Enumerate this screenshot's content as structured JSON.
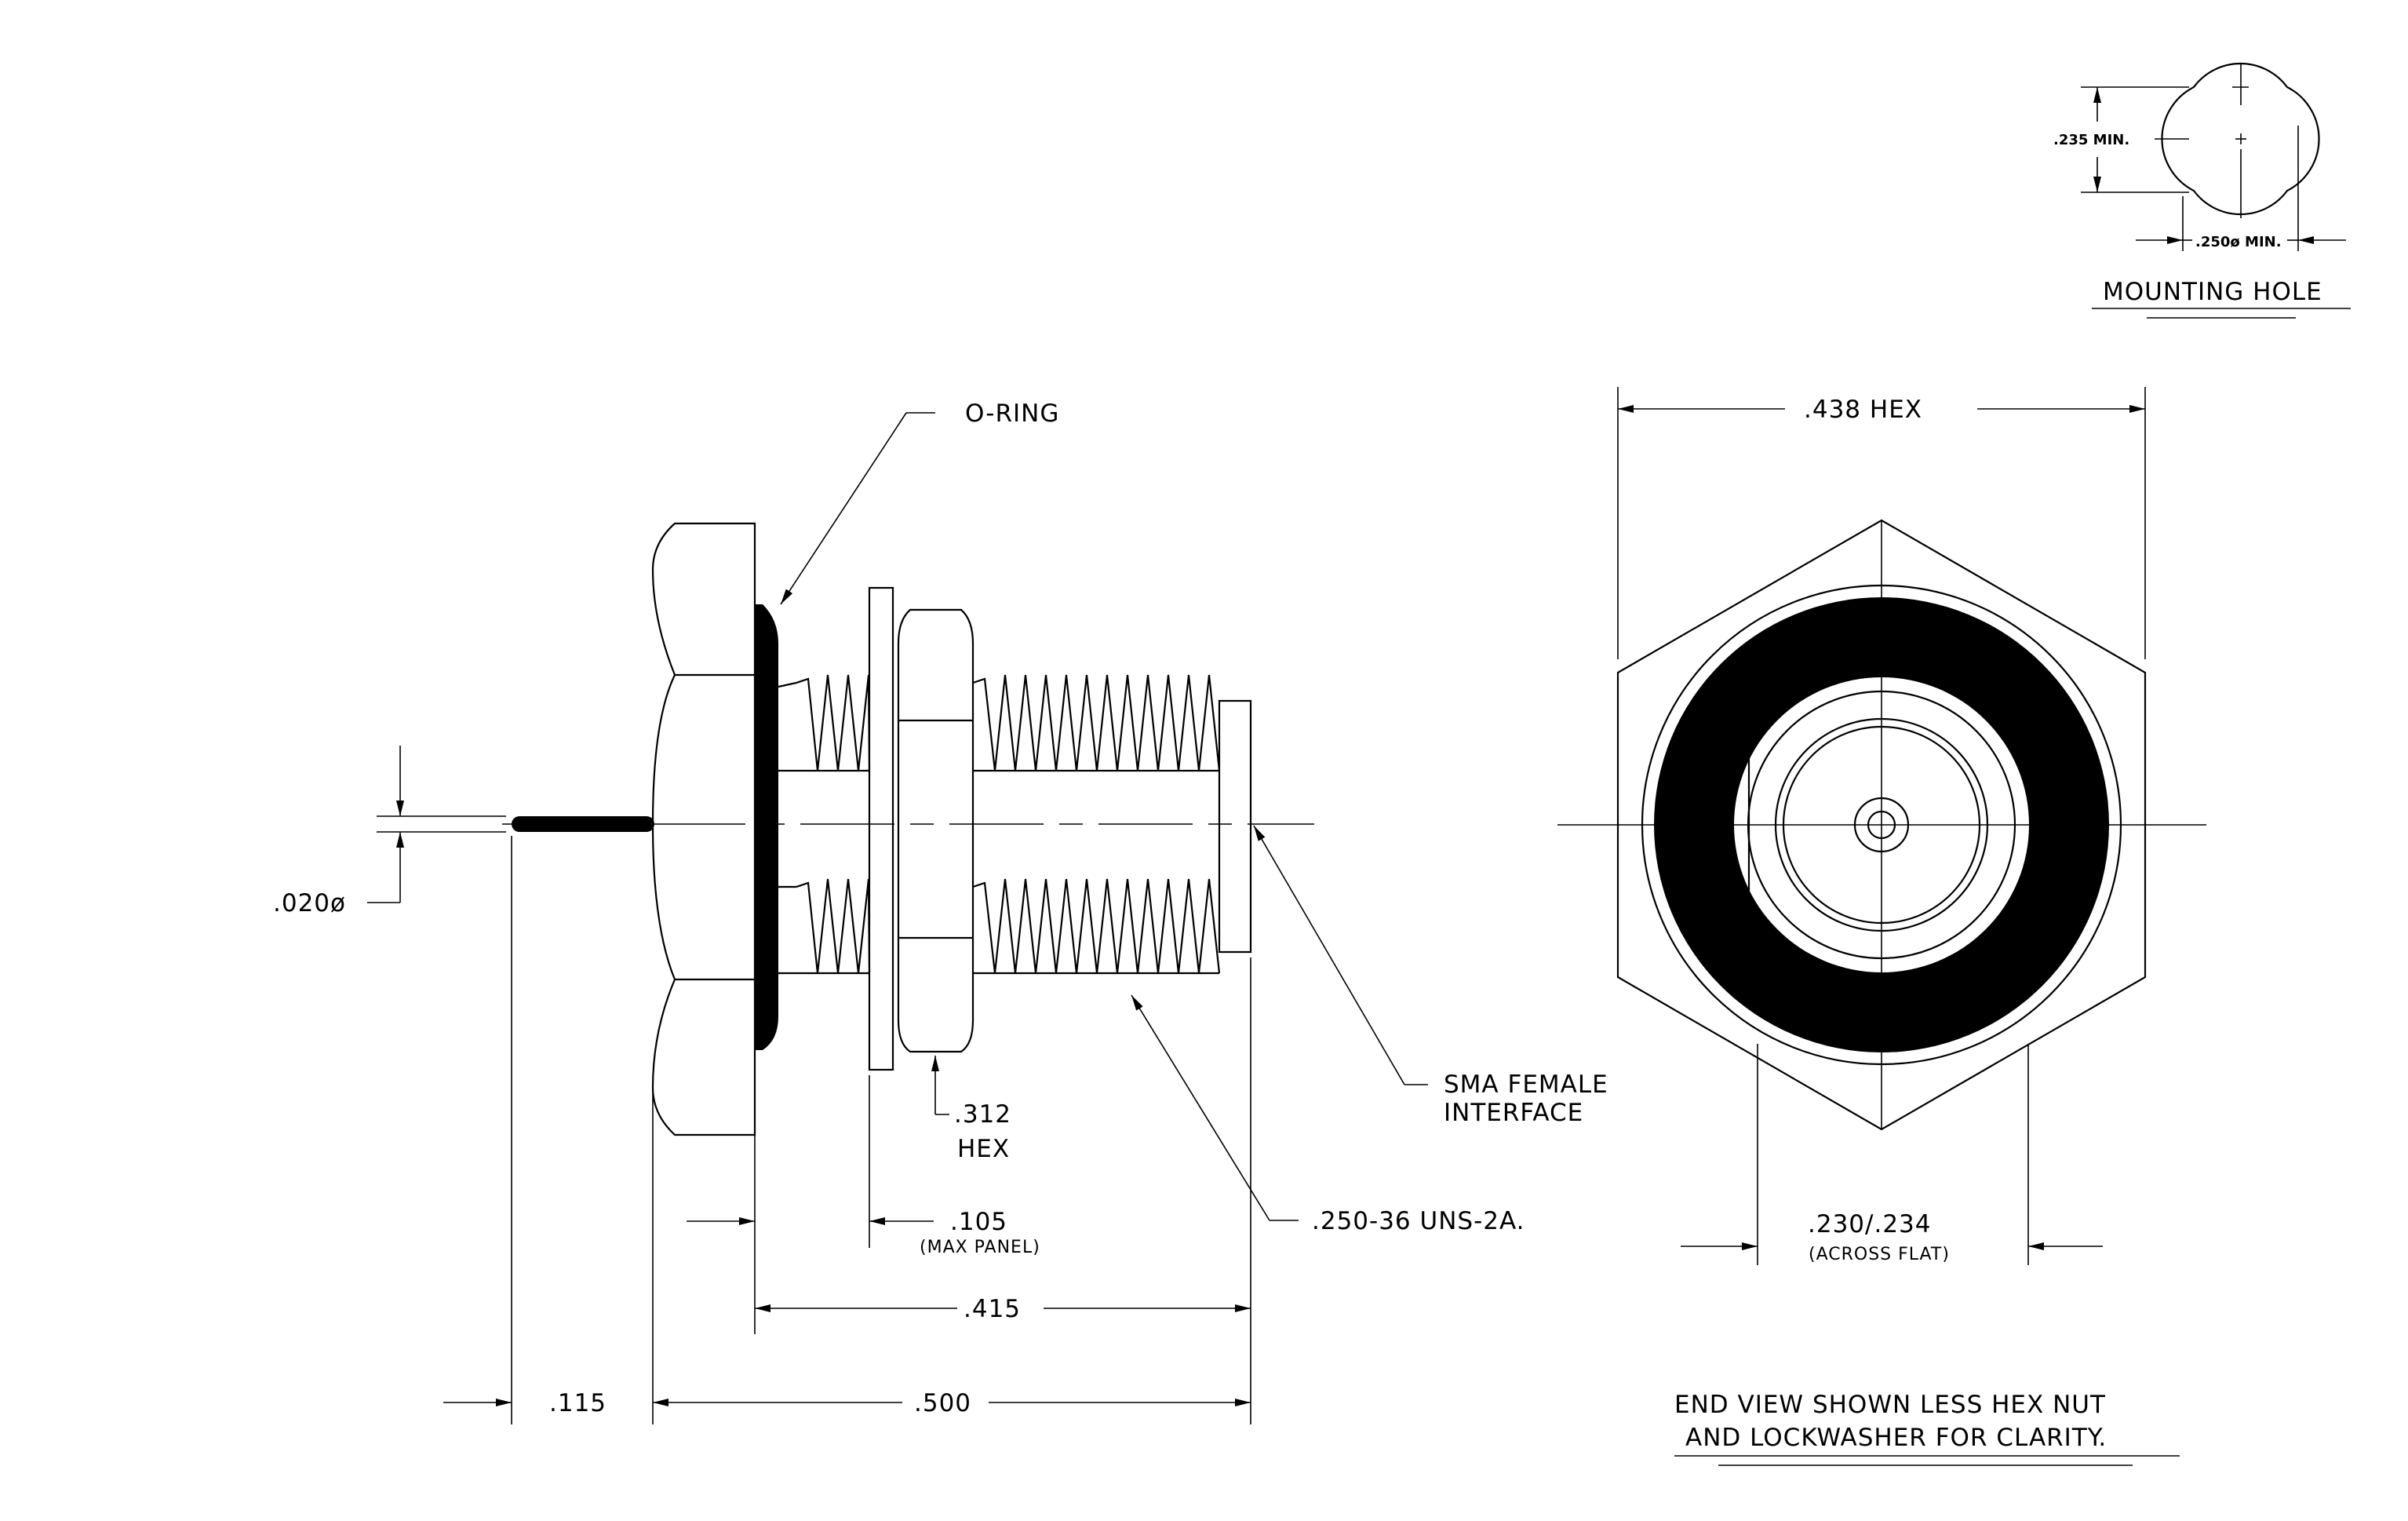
{
  "colors": {
    "line": "#000000",
    "background": "#ffffff"
  },
  "mounting_hole": {
    "title": "MOUNTING HOLE",
    "height_label": ".235 MIN.",
    "diameter_label": ".250ø MIN."
  },
  "side_view": {
    "oring_label": "O-RING",
    "pin_diameter_label": ".020ø",
    "nut_hex_label_line1": ".312",
    "nut_hex_label_line2": "HEX",
    "panel_label": ".105",
    "panel_sub_label": "(MAX PANEL)",
    "thread_length_label": ".415",
    "body_length_label": ".500",
    "pin_length_label": ".115",
    "interface_label_line1": "SMA FEMALE",
    "interface_label_line2": "INTERFACE",
    "thread_spec_label": ".250-36 UNS-2A."
  },
  "end_view": {
    "hex_label": ".438 HEX",
    "flat_label": ".230/.234",
    "flat_sub_label": "(ACROSS FLAT)",
    "note_line1": "END VIEW SHOWN LESS HEX NUT",
    "note_line2": "AND LOCKWASHER FOR CLARITY."
  }
}
